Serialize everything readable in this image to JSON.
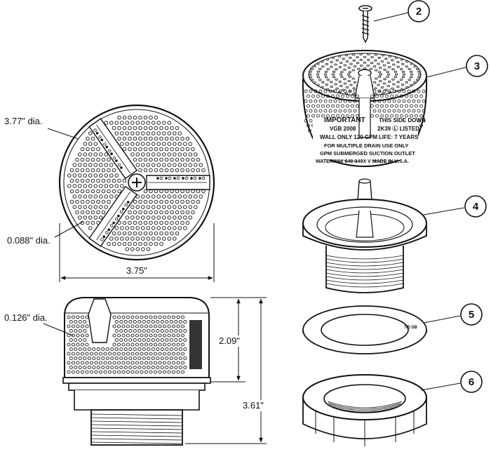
{
  "dimensions": {
    "cover_outer_dia": "3.77\" dia.",
    "hole_small_dia": "0.088\" dia.",
    "overall_width": "3.75\"",
    "hole_large_dia": "0.126\" dia.",
    "cover_height": "2.09\"",
    "overall_height": "3.61\""
  },
  "callouts": [
    "2",
    "3",
    "4",
    "5",
    "6"
  ],
  "cover_label": {
    "important": "IMPORTANT",
    "side_down": "THIS SIDE DOWN",
    "vgb": "VGB 2008",
    "listed": "2K39 Ⓛ LISTED",
    "flow": "WALL ONLY 120 GPM",
    "life": "LIFE: 7 YEARS",
    "line1": "FOR MULTIPLE DRAIN USE ONLY",
    "line2": "GPM SUBMERGED SUCTION OUTLET",
    "line3": "WATERWAY  640-349X V  MADE IN U.S.A."
  }
}
